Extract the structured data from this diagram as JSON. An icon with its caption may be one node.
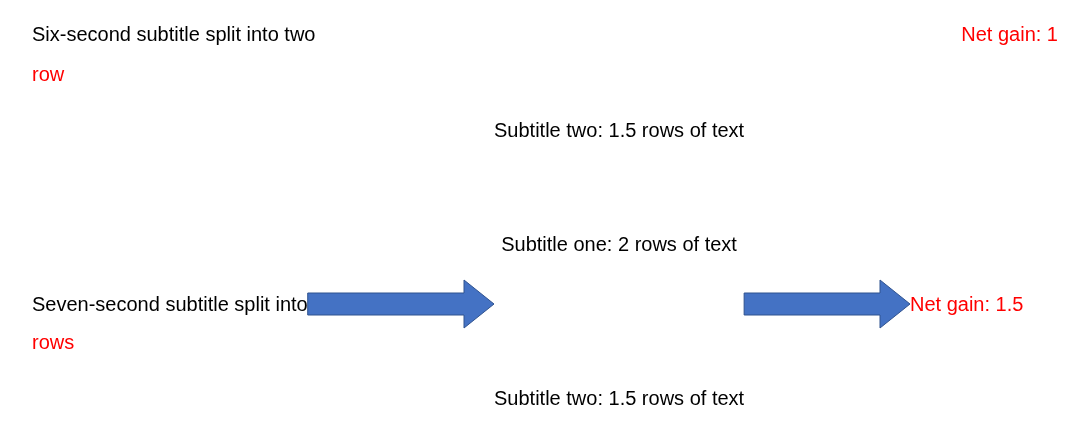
{
  "diagram": {
    "nodes": [
      {
        "text": [
          "Seven-second subtitle split into",
          "rows"
        ]
      },
      {
        "text": [
          "Subtitle one: 2 rows of text",
          "Subtitle two: 1.5 rows of text"
        ]
      },
      {
        "text": [
          "Net gain: 1.5"
        ]
      }
    ],
    "edges": [
      {
        "from": 0,
        "to": 1,
        "arrow": "to",
        "style": "thick"
      },
      {
        "from": 1,
        "to": 2,
        "arrow": "to",
        "style": "thick"
      }
    ],
    "labels": [
      "Six-second subtitle split into two",
      "row",
      "Net gain: 1",
      "Subtitle two: 1.5 rows of text"
    ]
  }
}
